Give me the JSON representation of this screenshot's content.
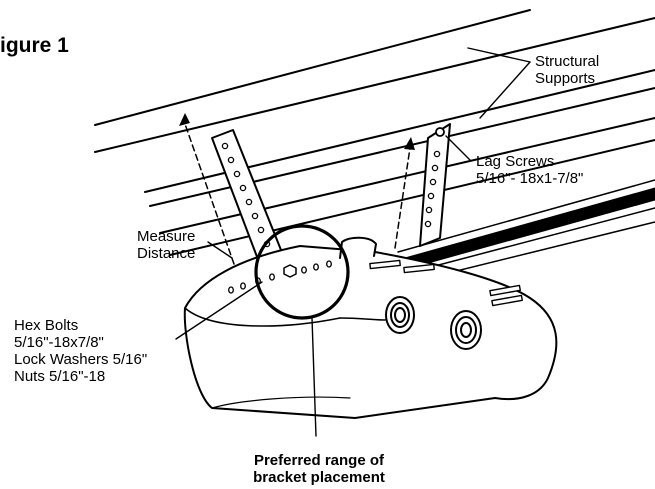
{
  "figure_title": "igure 1",
  "labels": {
    "structural": [
      "Structural",
      "Supports"
    ],
    "lag_screws": [
      "Lag Screws",
      "5/16\"- 18x1-7/8\""
    ],
    "measure": [
      "Measure",
      "Distance"
    ],
    "hardware": [
      "Hex Bolts",
      "5/16\"-18x7/8\"",
      "Lock Washers 5/16\"",
      "Nuts 5/16\"-18"
    ],
    "placement": [
      "Preferred range of",
      "bracket placement"
    ]
  }
}
